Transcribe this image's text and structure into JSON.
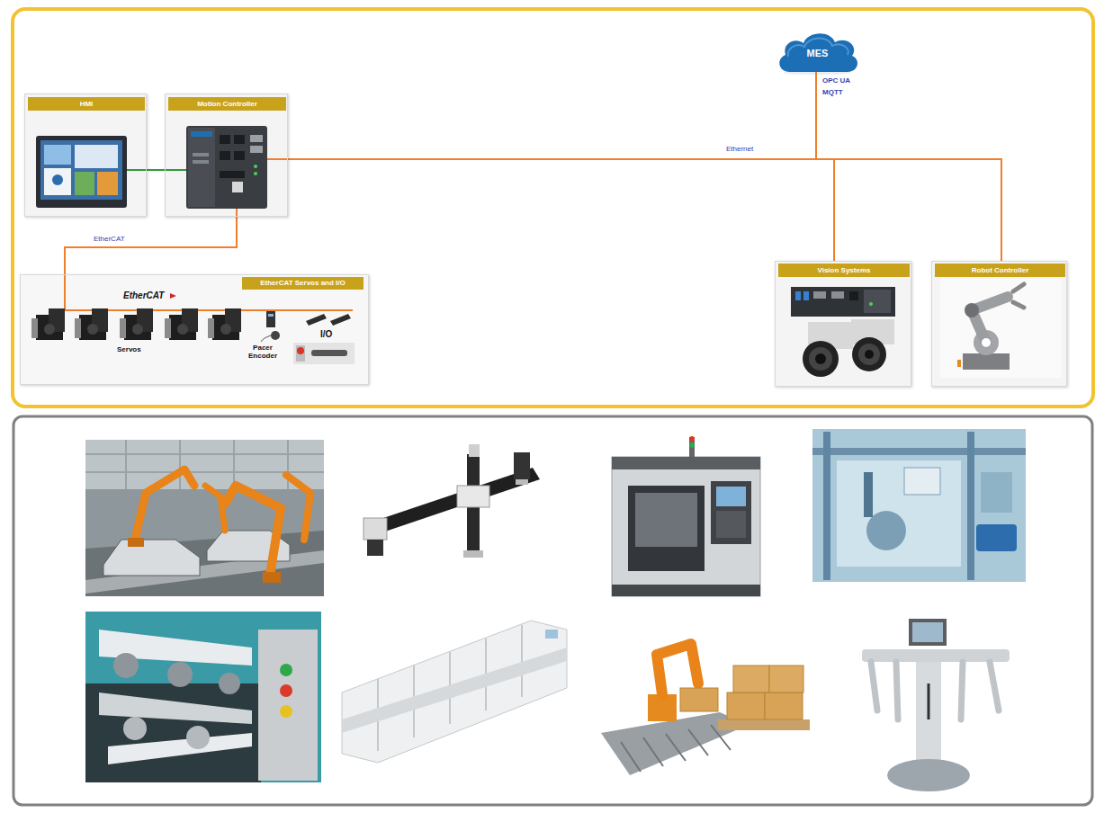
{
  "diagram": {
    "nodes": [
      {
        "text": [
          "HMI"
        ]
      },
      {
        "text": [
          "Motion Controller"
        ]
      },
      {
        "text": [
          "EtherCAT Servos and I/O"
        ]
      },
      {
        "text": [
          "MES"
        ]
      },
      {
        "text": [
          "Vision Systems"
        ]
      },
      {
        "text": [
          "Robot Controller"
        ]
      }
    ],
    "edges": [
      {
        "from": 0,
        "to": 1,
        "arrow": "none"
      },
      {
        "from": 1,
        "to": 2,
        "label": "EtherCAT",
        "arrow": "none"
      },
      {
        "from": 1,
        "to": 3,
        "label": "Ethernet",
        "arrow": "none"
      },
      {
        "from": 1,
        "to": 4,
        "arrow": "none"
      },
      {
        "from": 1,
        "to": 5,
        "arrow": "none"
      }
    ],
    "labels": [
      "OPC UA",
      "MQTT",
      "EtherCAT",
      "Servos",
      "Pacer Encoder",
      "I/O"
    ]
  }
}
